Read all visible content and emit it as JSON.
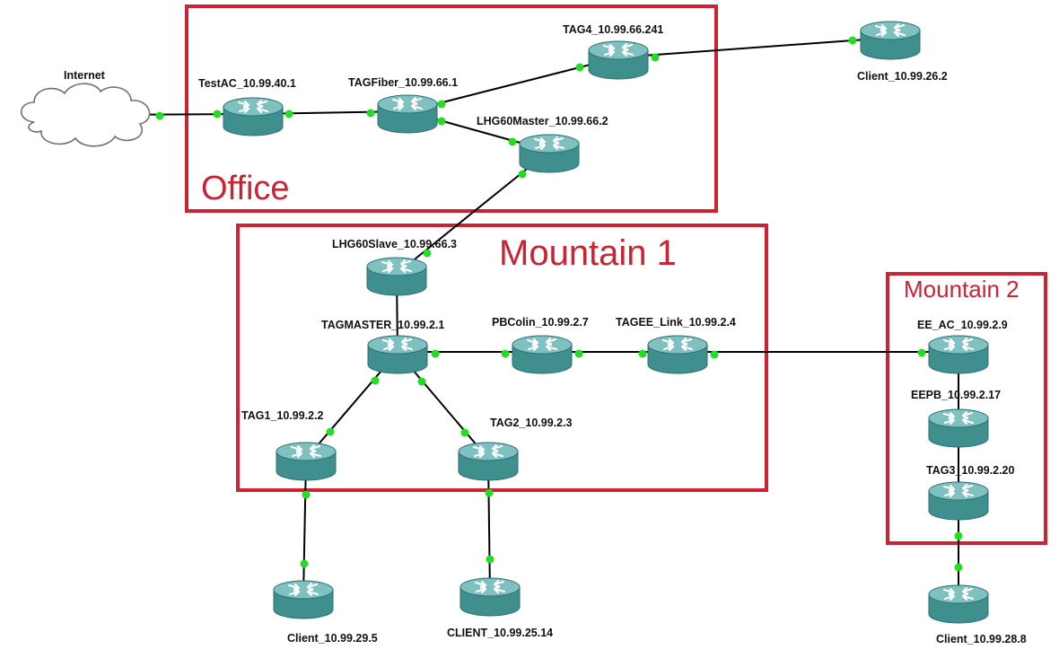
{
  "colors": {
    "zone_border": "#cc2233",
    "zone_label": "#cc2233",
    "link": "#000000",
    "port_dot": "#22dd22",
    "router_body": "#3f8f8f",
    "router_top": "#7fc0c0",
    "cloud_stroke": "#707070"
  },
  "groups": [
    {
      "id": "office",
      "label": "Office"
    },
    {
      "id": "mountain1",
      "label": "Mountain 1"
    },
    {
      "id": "mountain2",
      "label": "Mountain 2"
    }
  ],
  "nodes": [
    {
      "id": "internet",
      "label": "Internet",
      "icon": "cloud-icon"
    },
    {
      "id": "testac",
      "label": "TestAC_10.99.40.1",
      "icon": "router-icon"
    },
    {
      "id": "tagfiber",
      "label": "TAGFiber_10.99.66.1",
      "icon": "router-icon"
    },
    {
      "id": "tag4",
      "label": "TAG4_10.99.66.241",
      "icon": "router-icon"
    },
    {
      "id": "client26",
      "label": "Client_10.99.26.2",
      "icon": "router-icon"
    },
    {
      "id": "lhg60master",
      "label": "LHG60Master_10.99.66.2",
      "icon": "router-icon"
    },
    {
      "id": "lhg60slave",
      "label": "LHG60Slave_10.99.66.3",
      "icon": "router-icon"
    },
    {
      "id": "tagmaster",
      "label": "TAGMASTER_10.99.2.1",
      "icon": "router-icon"
    },
    {
      "id": "pbcolin",
      "label": "PBColin_10.99.2.7",
      "icon": "router-icon"
    },
    {
      "id": "tagee_link",
      "label": "TAGEE_Link_10.99.2.4",
      "icon": "router-icon"
    },
    {
      "id": "tag1",
      "label": "TAG1_10.99.2.2",
      "icon": "router-icon"
    },
    {
      "id": "tag2",
      "label": "TAG2_10.99.2.3",
      "icon": "router-icon"
    },
    {
      "id": "client29",
      "label": "Client_10.99.29.5",
      "icon": "router-icon"
    },
    {
      "id": "client25",
      "label": "CLIENT_10.99.25.14",
      "icon": "router-icon"
    },
    {
      "id": "ee_ac",
      "label": "EE_AC_10.99.2.9",
      "icon": "router-icon"
    },
    {
      "id": "eepb",
      "label": "EEPB_10.99.2.17",
      "icon": "router-icon"
    },
    {
      "id": "tag3",
      "label": "TAG3_10.99.2.20",
      "icon": "router-icon"
    },
    {
      "id": "client28",
      "label": "Client_10.99.28.8",
      "icon": "router-icon"
    }
  ],
  "links": [
    {
      "from": "internet",
      "to": "testac"
    },
    {
      "from": "testac",
      "to": "tagfiber"
    },
    {
      "from": "tagfiber",
      "to": "tag4"
    },
    {
      "from": "tag4",
      "to": "client26"
    },
    {
      "from": "tagfiber",
      "to": "lhg60master"
    },
    {
      "from": "lhg60master",
      "to": "lhg60slave"
    },
    {
      "from": "lhg60slave",
      "to": "tagmaster"
    },
    {
      "from": "tagmaster",
      "to": "pbcolin"
    },
    {
      "from": "pbcolin",
      "to": "tagee_link"
    },
    {
      "from": "tagee_link",
      "to": "ee_ac"
    },
    {
      "from": "tagmaster",
      "to": "tag1"
    },
    {
      "from": "tagmaster",
      "to": "tag2"
    },
    {
      "from": "tag1",
      "to": "client29"
    },
    {
      "from": "tag2",
      "to": "client25"
    },
    {
      "from": "ee_ac",
      "to": "eepb"
    },
    {
      "from": "eepb",
      "to": "tag3"
    },
    {
      "from": "tag3",
      "to": "client28"
    }
  ]
}
